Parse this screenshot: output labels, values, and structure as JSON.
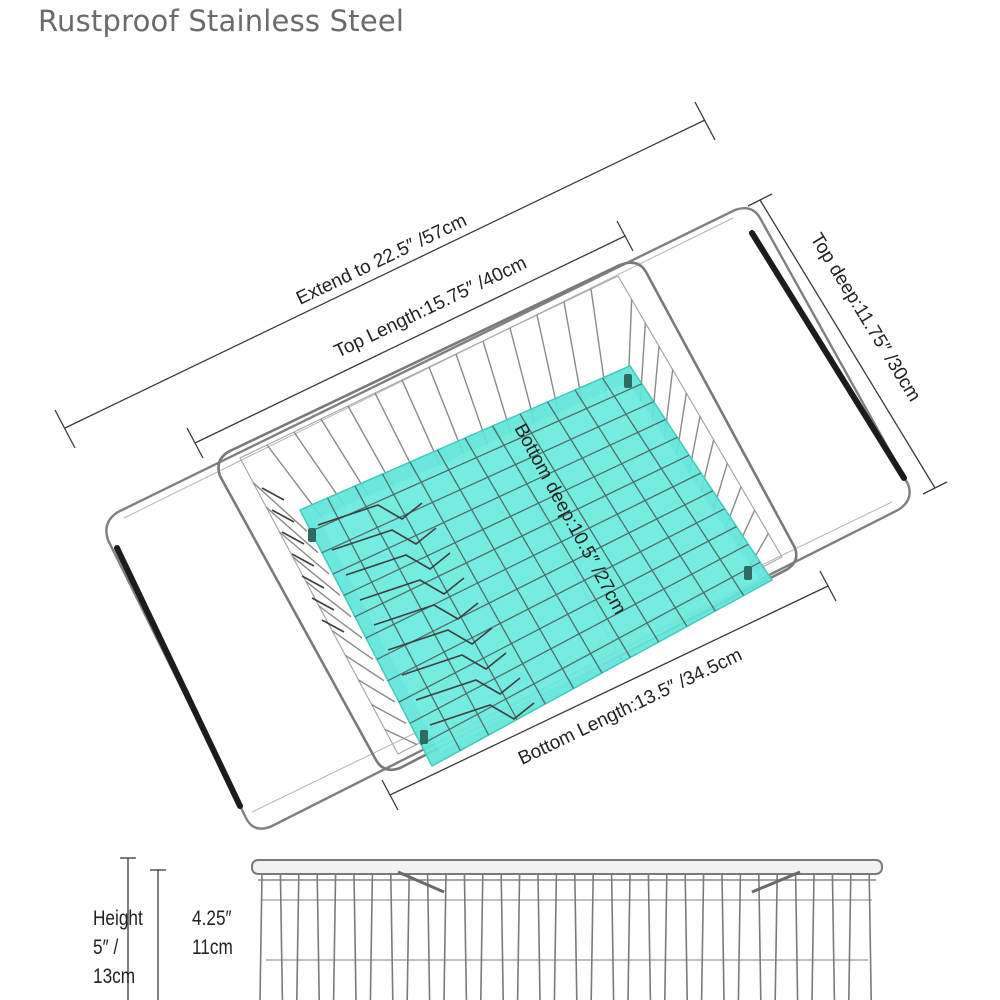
{
  "title": "Rustproof Stainless Steel",
  "dimensions": {
    "extend": "Extend to 22.5″ /57cm",
    "top_length": "Top Length:15.75″ /40cm",
    "top_deep": "Top deep:11.75″ /30cm",
    "bottom_deep": "Bottom deep:10.5″ /27cm",
    "bottom_length": "Bottom Length:13.5″ /34.5cm",
    "height_label": "Height",
    "height_outer_in": "5″ /",
    "height_outer_cm": "13cm",
    "height_inner_in": "4.25″",
    "height_inner_cm": "11cm"
  },
  "colors": {
    "wire": "#7d7d7d",
    "tray": "#5ee6d8",
    "handle": "#1c1c1c",
    "dim_line": "#3a3a3a"
  }
}
